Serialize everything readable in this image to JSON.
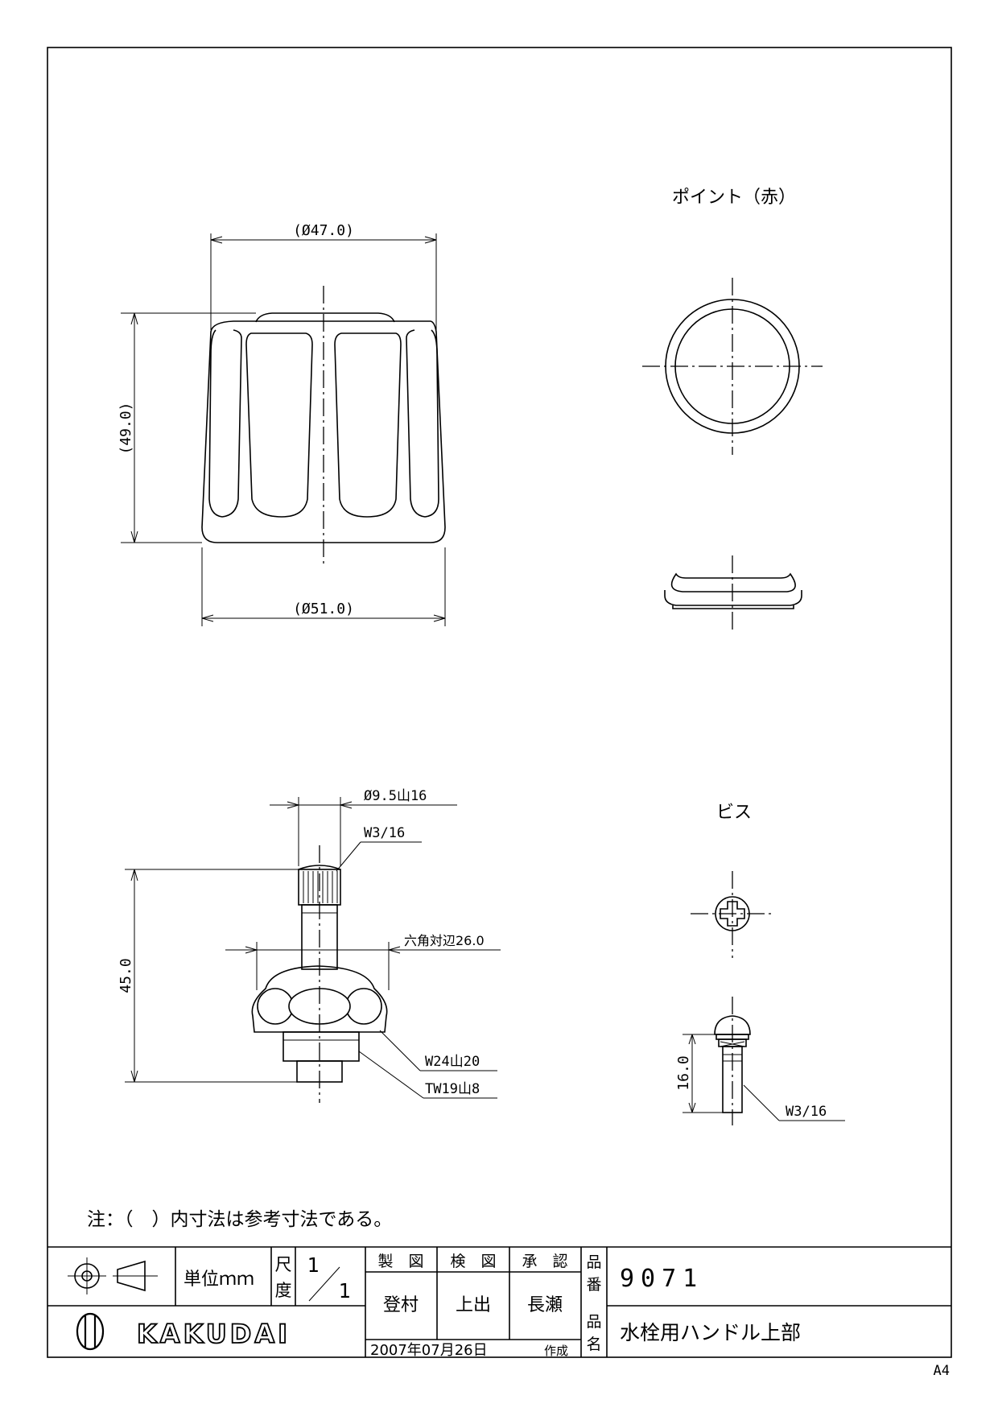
{
  "views": {
    "handle": {
      "dim_top_diameter": "(Ø47.0)",
      "dim_height": "(49.0)",
      "dim_bottom_diameter": "(Ø51.0)"
    },
    "point_cap": {
      "title": "ポイント（赤）"
    },
    "spindle": {
      "dim_thread_top": "Ø9.5山16",
      "dim_screw": "W3/16",
      "dim_hex": "六角対辺26.0",
      "dim_height": "45.0",
      "dim_thread_w24": "W24山20",
      "dim_thread_tw19": "TW19山8"
    },
    "screw": {
      "title": "ビス",
      "dim_length": "16.0",
      "dim_thread": "W3/16"
    }
  },
  "note": "注：（　）内寸法は参考寸法である。",
  "title_block": {
    "unit": "単位ｍｍ",
    "scale_label_1": "尺",
    "scale_label_2": "度",
    "scale_num": "1",
    "scale_den": "1",
    "header_drawn": "製　図",
    "header_checked": "検　図",
    "header_approved": "承　認",
    "name_drawn": "登村",
    "name_checked": "上出",
    "name_approved": "長瀬",
    "part_no_label_1": "品",
    "part_no_label_2": "番",
    "part_no": "9071",
    "part_name_label_1": "品",
    "part_name_label_2": "名",
    "part_name": "水栓用ハンドル上部",
    "date": "2007年07月26日",
    "date_suffix": "作成",
    "company": "KAKUDAI"
  },
  "paper_size": "A4"
}
